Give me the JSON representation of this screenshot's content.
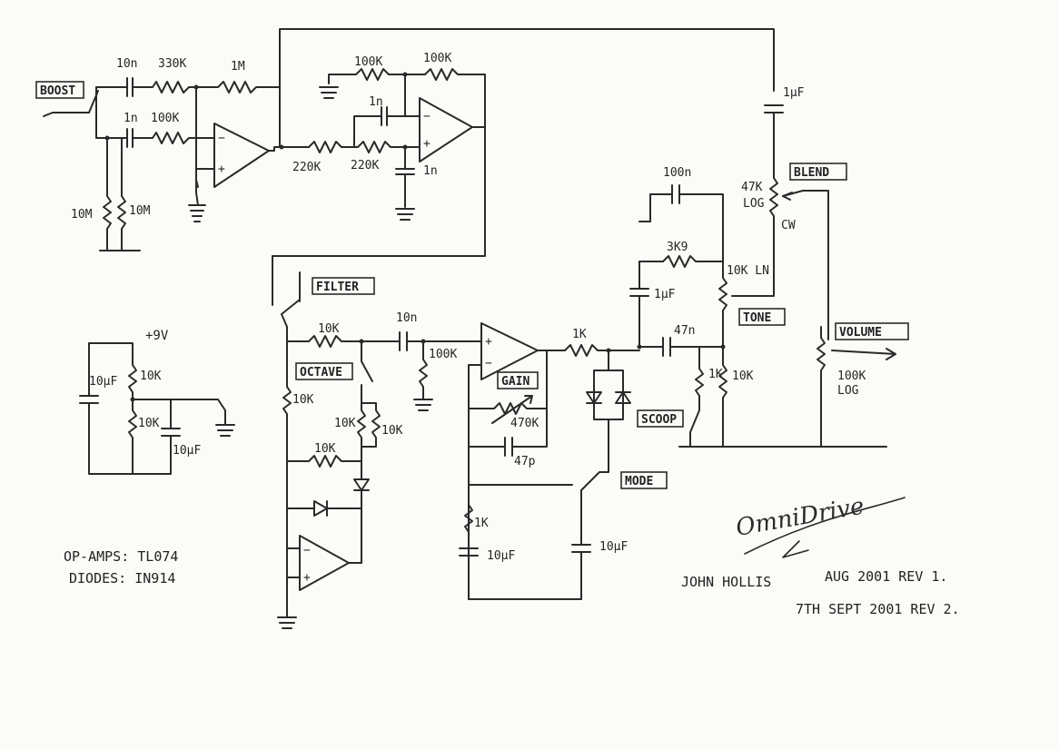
{
  "boxes": {
    "boost": "BOOST",
    "filter": "FILTER",
    "octave": "OCTAVE",
    "gain": "GAIN",
    "scoop": "SCOOP",
    "mode": "MODE",
    "blend": "BLEND",
    "tone": "TONE",
    "volume": "VOLUME"
  },
  "components": {
    "in_cap_top": "10n",
    "in_res_top": "330K",
    "res_1m": "1M",
    "in_cap_mid": "1n",
    "in_res_mid": "100K",
    "bias_10m_left": "10M",
    "bias_10m_right": "10M",
    "fb_100k_left": "100K",
    "fb_100k_right": "100K",
    "filter_cap_top": "1n",
    "r_220k_a": "220K",
    "r_220k_b": "220K",
    "filter_cap_gnd": "1n",
    "out_cap": "1µF",
    "blend_pot": "47K",
    "blend_taper": "LOG",
    "blend_cw": "CW",
    "tone_cap_100n": "100n",
    "tone_res_3k9": "3K9",
    "tone_pot": "10K LN",
    "tone_cap_1uf": "1µF",
    "cap_47n": "47n",
    "scoop_res_1k": "1K",
    "tone_res_10k": "10K",
    "vol_pot": "100K",
    "vol_taper": "LOG",
    "supply": "+9V",
    "supply_cap": "10µF",
    "div_10k_top": "10K",
    "div_10k_bot": "10K",
    "bias_cap": "10µF",
    "oct_10k_in": "10K",
    "cap_10n_mid": "10n",
    "gnd_100k": "100K",
    "oct_10k_left": "10K",
    "oct_10k_a": "10K",
    "oct_10k_b": "10K",
    "oct_10k_fb": "10K",
    "gain_pot": "470K",
    "cap_47p": "47p",
    "gain_res_1k": "1K",
    "gain_cap_10uf": "10µF",
    "mode_cap_10uf": "10µF",
    "clip_res_1k": "1K"
  },
  "notes": {
    "opamps": "OP-AMPS: TL074",
    "diodes": "DIODES: IN914",
    "title": "OmniDrive",
    "author": "JOHN HOLLIS",
    "rev1": "AUG 2001  REV 1.",
    "rev2": "7TH SEPT 2001  REV 2."
  }
}
